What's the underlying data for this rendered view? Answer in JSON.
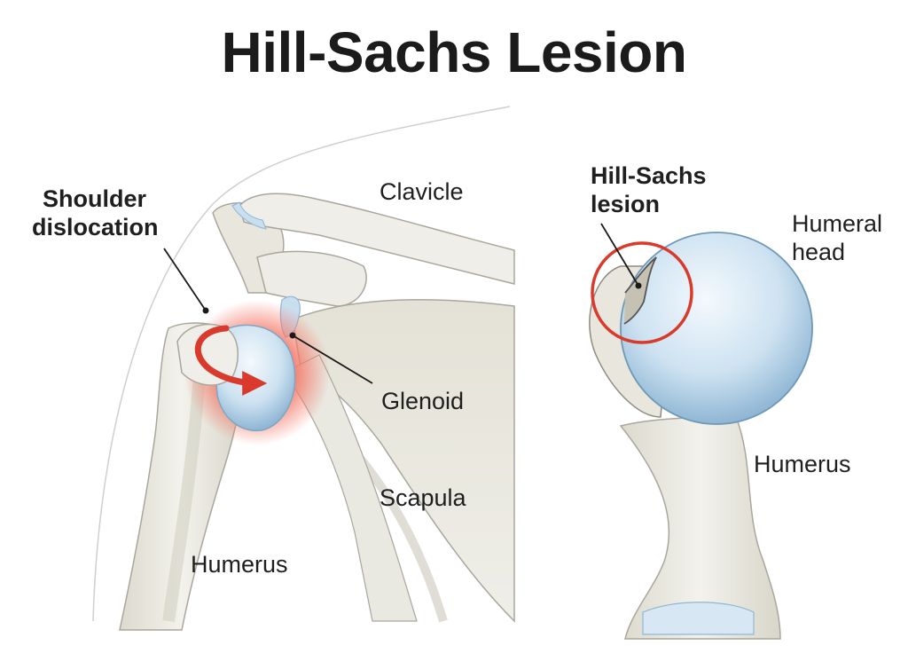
{
  "title": "Hill-Sachs Lesion",
  "left_panel": {
    "labels": {
      "shoulder_dislocation_line1": "Shoulder",
      "shoulder_dislocation_line2": "dislocation",
      "clavicle": "Clavicle",
      "glenoid": "Glenoid",
      "scapula": "Scapula",
      "humerus": "Humerus"
    }
  },
  "right_panel": {
    "labels": {
      "hill_sachs_line1": "Hill-Sachs",
      "hill_sachs_line2": "lesion",
      "humeral_head_line1": "Humeral",
      "humeral_head_line2": "head",
      "humerus": "Humerus"
    }
  },
  "colors": {
    "bone": "#ecebe4",
    "bone_shadow": "#d6d4c6",
    "bone_outline": "#8d8b82",
    "cartilage": "#c9dff0",
    "cartilage_dark": "#8fb6d4",
    "highlight_red": "#d93a2b",
    "glow": "#f47a6a",
    "leader": "#1a1a1a"
  }
}
